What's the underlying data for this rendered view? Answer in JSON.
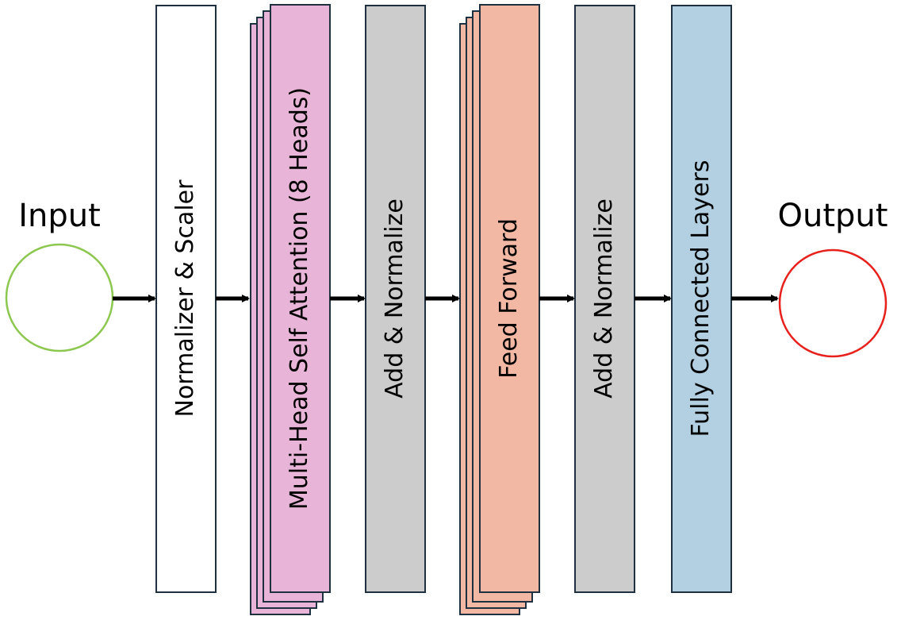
{
  "input": {
    "label": "Input",
    "color": "#8cc850"
  },
  "output": {
    "label": "Output",
    "color": "#e8201c"
  },
  "blocks": [
    {
      "label": "Normalizer & Scaler",
      "fill": "#ffffff"
    },
    {
      "label": "Multi-Head Self Attention (8 Heads)",
      "fill": "#e8b4d8"
    },
    {
      "label": "Add & Normalize",
      "fill": "#cccccc"
    },
    {
      "label": "Feed Forward",
      "fill": "#f2b8a4"
    },
    {
      "label": "Add & Normalize",
      "fill": "#cccccc"
    },
    {
      "label": "Fully Connected Layers",
      "fill": "#b2d0e2"
    }
  ],
  "arrow_color": "#000000",
  "outline_color": "#1f3041"
}
